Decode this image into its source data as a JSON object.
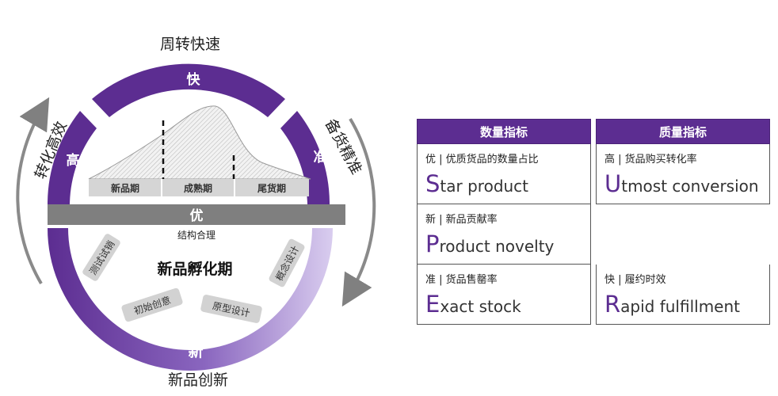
{
  "wheel": {
    "top_caption": "周转快速",
    "bottom_caption": "新品创新",
    "left_caption": "转化高效",
    "right_caption": "备货精准",
    "ring_top": "快",
    "ring_left": "高",
    "ring_right": "准",
    "ring_bottom": "新",
    "bar_label": "优",
    "bar_sublabel": "结构合理",
    "center_title": "新品孵化期",
    "stages": [
      "新品期",
      "成熟期",
      "尾货期"
    ],
    "steps": [
      "测试试销",
      "初始创意",
      "原型设计",
      "概念设计"
    ]
  },
  "colors": {
    "purple": "#5c2d91",
    "light_purple": "#c9b6e6",
    "gray": "#7f7f7f"
  },
  "table": {
    "headers": [
      "数量指标",
      "质量指标"
    ],
    "cells": [
      {
        "cn": "优 | 优质货品的数量占比",
        "initial": "S",
        "rest": "tar product"
      },
      {
        "cn": "高 | 货品购买转化率",
        "initial": "U",
        "rest": "tmost conversion"
      },
      {
        "cn": "新 | 新品贡献率",
        "initial": "P",
        "rest": "roduct novelty"
      },
      {
        "cn": "",
        "initial": "",
        "rest": ""
      },
      {
        "cn": "准 | 货品售罄率",
        "initial": "E",
        "rest": "xact stock"
      },
      {
        "cn": "快 | 履约时效",
        "initial": "R",
        "rest": "apid fulfillment"
      }
    ]
  }
}
